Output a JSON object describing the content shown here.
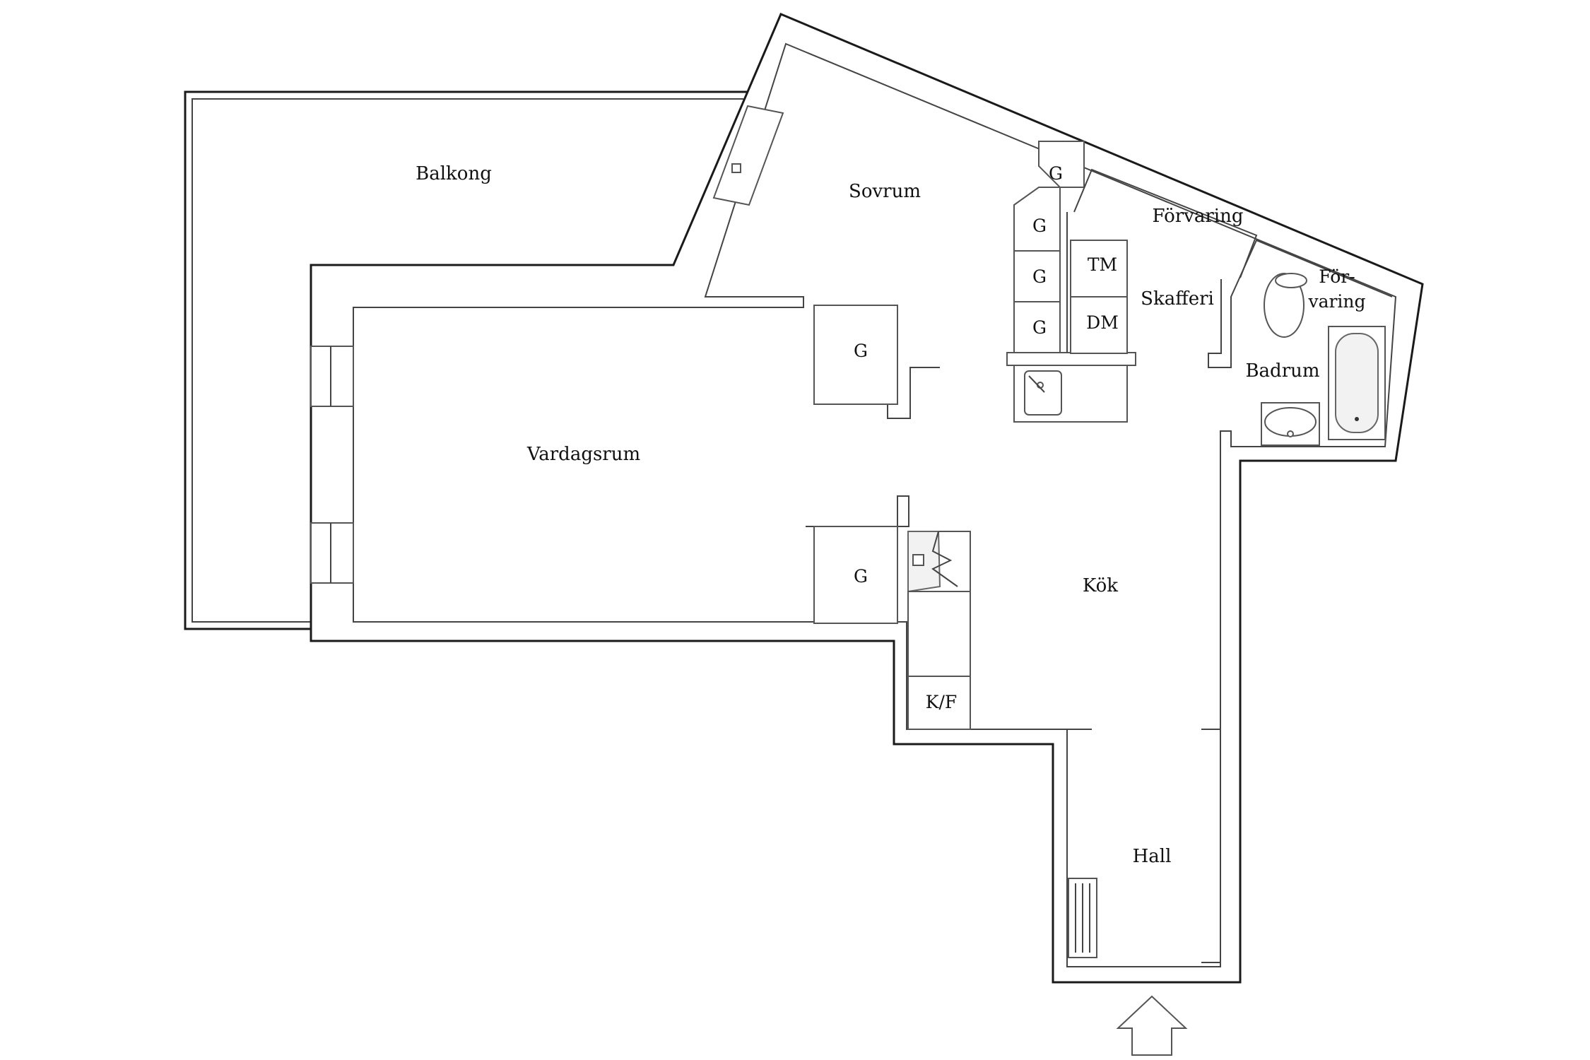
{
  "rooms": {
    "balkong": "Balkong",
    "sovrum": "Sovrum",
    "vardagsrum": "Vardagsrum",
    "kok": "Kök",
    "hall": "Hall",
    "badrum": "Badrum",
    "skafferi": "Skafferi",
    "forvaring1": "Förvaring",
    "forvaring2_line1": "För-",
    "forvaring2_line2": "varing"
  },
  "fixtures": {
    "closet": "G",
    "tm": "TM",
    "dm": "DM",
    "kf": "K/F"
  },
  "colors": {
    "wall": "#1a1a1a",
    "fixture": "#555555",
    "background": "#ffffff"
  }
}
